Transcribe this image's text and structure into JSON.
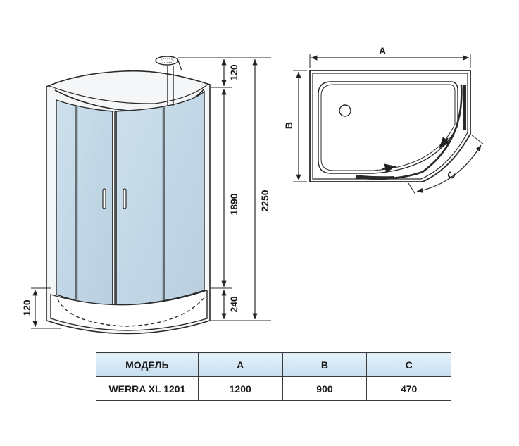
{
  "elevation": {
    "dim_top": "120",
    "dim_middle": "1890",
    "dim_bottom": "240",
    "dim_total": "2250",
    "dim_tray": "120"
  },
  "plan": {
    "label_a": "A",
    "label_b": "B",
    "label_c": "C"
  },
  "table": {
    "headers": [
      "МОДЕЛЬ",
      "A",
      "B",
      "C"
    ],
    "rows": [
      [
        "WERRA XL 1201",
        "1200",
        "900",
        "470"
      ]
    ]
  },
  "colors": {
    "glass": "#c7dbe8",
    "header_fill": "#cfe3f2",
    "line": "#2a2a2a"
  }
}
